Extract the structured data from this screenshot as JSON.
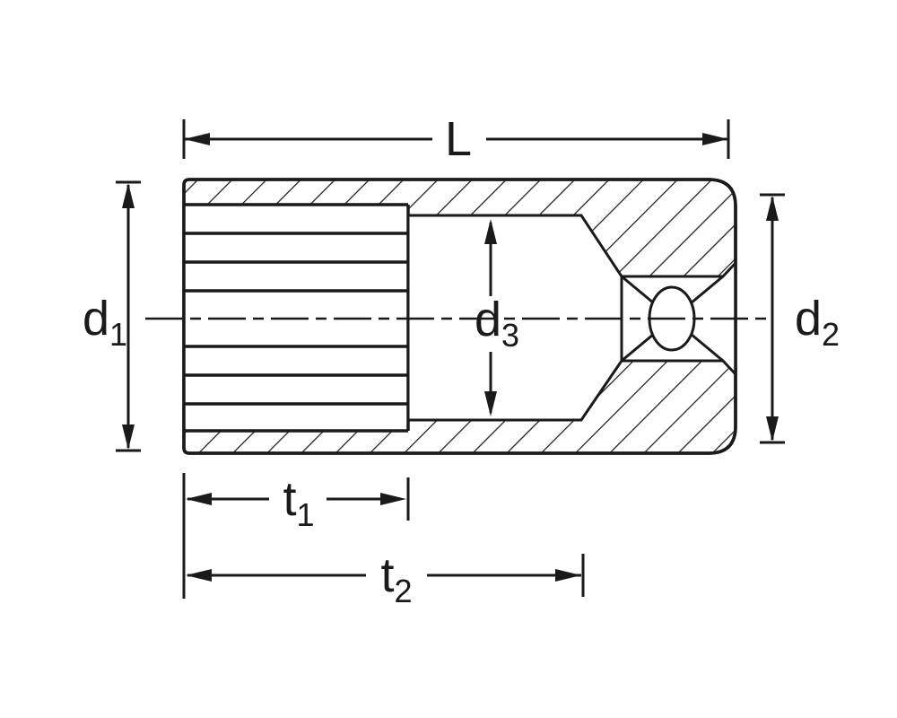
{
  "diagram": {
    "colors": {
      "ink": "#1a1a1a",
      "background": "#ffffff"
    },
    "dimension_labels": {
      "L": {
        "main": "L",
        "sub": ""
      },
      "d1": {
        "main": "d",
        "sub": "1"
      },
      "d2": {
        "main": "d",
        "sub": "2"
      },
      "d3": {
        "main": "d",
        "sub": "3"
      },
      "t1": {
        "main": "t",
        "sub": "1"
      },
      "t2": {
        "main": "t",
        "sub": "2"
      }
    }
  }
}
